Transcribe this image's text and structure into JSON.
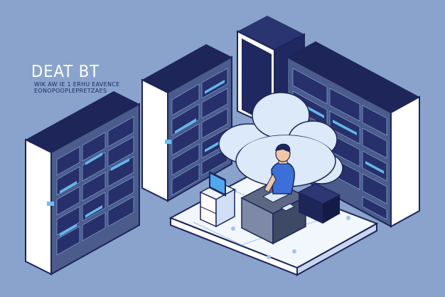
{
  "heading": {
    "title": "DEAT BT",
    "line1": "WIK AW IE  1  ERHU EAVENCE",
    "line2": "EONOPOOPLEPRETZAES"
  },
  "colors": {
    "background": "#8aa3cd",
    "rack_dark": "#1c2458",
    "rack_front": "#4c5d8e",
    "rack_side": "#ffffff",
    "cloud": "#dbe9f8",
    "shirt": "#3d6fd8",
    "desk": "#4a5671",
    "platform": "#f2f6fd"
  },
  "scene": {
    "left_rack_icon": "server-rack-left",
    "middle_rack_icon": "server-rack-middle",
    "tall_tower_icon": "server-tower-tall",
    "right_rack_icon": "server-rack-right",
    "cloud_icon": "cloud",
    "person_icon": "person-at-desk",
    "monitor_icon": "monitor",
    "cabinet_icon": "small-cabinet",
    "server_box_icon": "server-box"
  }
}
